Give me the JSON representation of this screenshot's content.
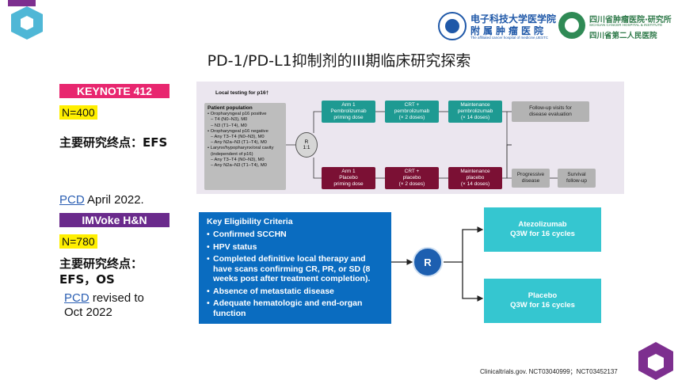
{
  "header": {
    "hospital_name_1": "电子科技大学医学院",
    "hospital_name_2": "附属肿瘤医院",
    "hospital_sub": "The affiliated cancer hospital of medicine,UESTC",
    "right_name_1": "四川省肿瘤医院·研究所",
    "right_name_2": "四川省第二人民医院",
    "right_sub": "SICHUAN CANCER HOSPITAL & INSTITUTE"
  },
  "slide_title": "PD-1/PD-L1抑制剂的III期临床研究探索",
  "trial1": {
    "name": "KEYNOTE 412",
    "n": "N=400",
    "endpoint": "主要研究终点：EFS",
    "pcd_link": "PCD",
    "pcd_rest": " April 2022."
  },
  "trial2": {
    "name": "IMVoke H&N",
    "n": "N=780",
    "endpoint_line1": "主要研究终点：",
    "endpoint_line2": "EFS，OS",
    "pcd_link": "PCD",
    "pcd_rest": " revised to",
    "pcd_line2": "Oct 2022"
  },
  "diagram1": {
    "local_testing": "Local testing for p16†",
    "population_title": "Patient population",
    "population_lines": [
      "• Oropharyngeal p16 positive",
      "  – T4 (N0–N3), M0",
      "  – N3 (T1–T4), M0",
      "• Oropharyngeal p16 negative",
      "  – Any T3–T4 (N0–N3), M0",
      "  – Any N2a–N3 (T1–T4), M0",
      "• Larynx/hypopharynx/oral cavity",
      "  (independent of p16)",
      "  – Any T3–T4 (N0–N3), M0",
      "  – Any N2a–N3 (T1–T4), M0"
    ],
    "randomize": "R\n1:1",
    "arm1_top": "Arm 1\nPembrolizumab\npriming dose",
    "crt_top": "CRT +\npembrolizumab\n(× 2 doses)",
    "maint_top": "Maintenance\npembrolizumab\n(× 14 doses)",
    "followup": "Follow-up visits for\ndisease evaluation",
    "arm1_bottom": "Arm 1\nPlacebo\npriming dose",
    "crt_bottom": "CRT +\nplacebo\n(× 2 doses)",
    "maint_bottom": "Maintenance\nplacebo\n(× 14 doses)",
    "progressive": "Progressive\ndisease",
    "survival": "Survival\nfollow-up"
  },
  "eligibility": {
    "title": "Key Eligibility Criteria",
    "items": [
      "Confirmed SCCHN",
      "HPV status",
      "Completed definitive local therapy and have scans confirming CR, PR, or SD (8 weeks post after treatment completion).",
      "Absence of metastatic disease",
      "Adequate hematologic and end-organ function"
    ]
  },
  "randomization": "R",
  "arm_atezo": {
    "line1": "Atezolizumab",
    "line2": "Q3W for 16 cycles"
  },
  "arm_placebo": {
    "line1": "Placebo",
    "line2": "Q3W for 16 cycles"
  },
  "footer": "Clinicaltrials.gov.  NCT03040999；NCT03452137",
  "colors": {
    "pink": "#e8266f",
    "purple": "#6a2a8c",
    "blue": "#0a6cc0",
    "teal": "#35c6d0"
  }
}
